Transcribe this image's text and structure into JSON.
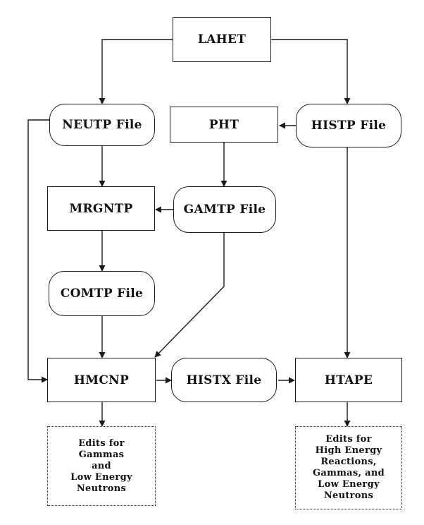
{
  "nodes": {
    "lahet": "LAHET",
    "neutp": "NEUTP File",
    "pht": "PHT",
    "histp": "HISTP File",
    "mrgntp": "MRGNTP",
    "gamtp": "GAMTP File",
    "comtp": "COMTP File",
    "hmcnp": "HMCNP",
    "histx": "HISTX File",
    "htape": "HTAPE",
    "edits_left": "Edits for\nGammas\nand\nLow Energy\nNeutrons",
    "edits_right": "Edits for\nHigh Energy\nReactions,\nGammas, and\nLow Energy\nNeutrons"
  }
}
